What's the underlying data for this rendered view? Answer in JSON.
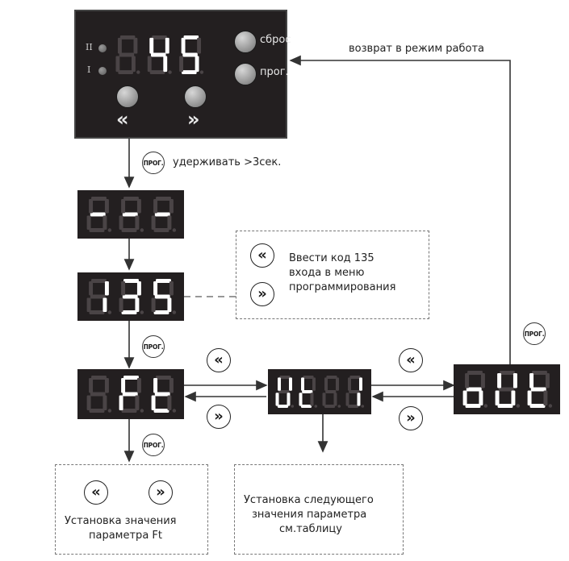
{
  "panel": {
    "indicator_top_label": "II",
    "indicator_bottom_label": "I",
    "reset_label": "сброс",
    "prog_label": "прог.",
    "display_value": "45",
    "left_arrow": "«",
    "right_arrow": "»"
  },
  "colors": {
    "display_bg": "#231f20",
    "segment_on": "#ffffff",
    "segment_off": "#4a4446",
    "line": "#333333"
  },
  "hold_text": "удерживать >3сек.",
  "return_text": "возврат в режим работа",
  "prog_badge": "ПРОГ.",
  "displays": {
    "dashes": "---",
    "code": "135",
    "ft": "Ft",
    "ut1": "Ut 1",
    "out": "oUt"
  },
  "code_box": {
    "text_line1": "Ввести код 135",
    "text_line2": "входа в меню",
    "text_line3": "программирования"
  },
  "ft_box": {
    "text_line1": "Установка значения",
    "text_line2": "параметра Ft"
  },
  "next_box": {
    "text_line1": "Установка следующего",
    "text_line2": "значения параметра",
    "text_line3": "см.таблицу"
  },
  "arrow_left_icon": "«",
  "arrow_right_icon": "»"
}
